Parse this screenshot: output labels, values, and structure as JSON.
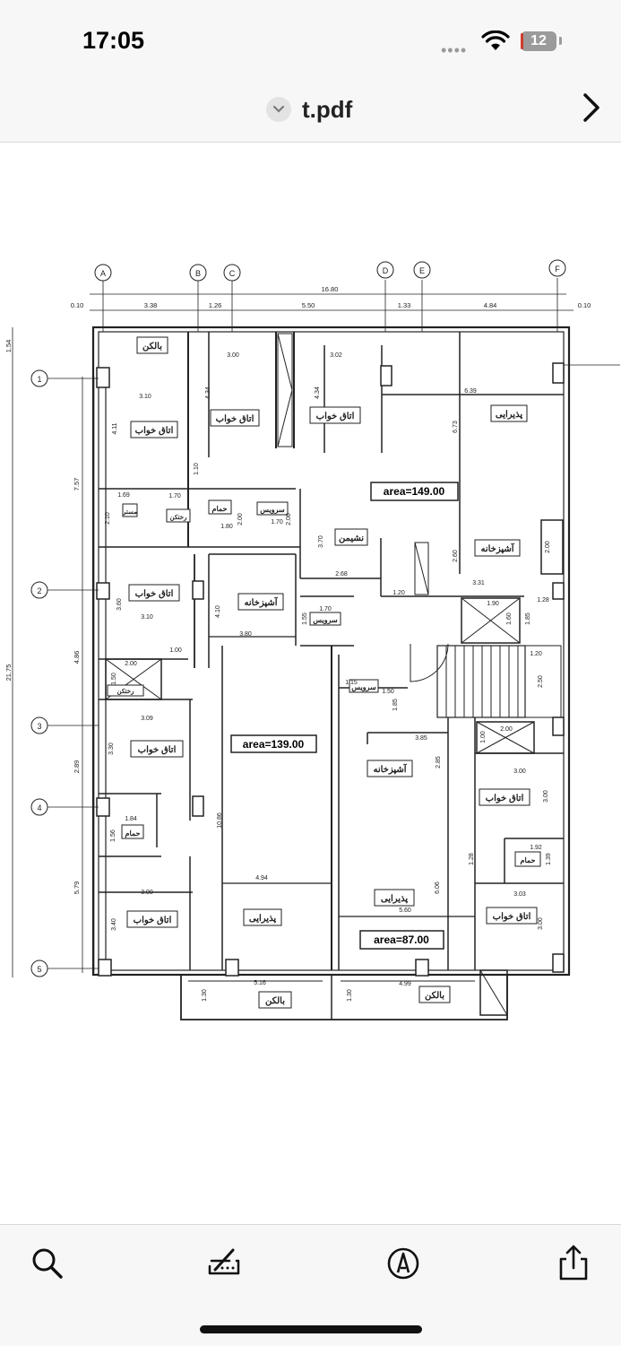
{
  "status_bar": {
    "time": "17:05",
    "signal": "••••",
    "battery": "12",
    "wifi_icon": "wifi-icon"
  },
  "nav": {
    "title": "t.pdf",
    "title_chevron_icon": "chevron-down-icon",
    "next_icon": "chevron-right-icon"
  },
  "plan": {
    "grid_cols": [
      "A",
      "B",
      "C",
      "D",
      "E",
      "F"
    ],
    "grid_rows": [
      "1",
      "2",
      "3",
      "4",
      "5"
    ],
    "top_dims": [
      "0.10",
      "3.38",
      "1.26",
      "5.50",
      "1.33",
      "4.84",
      "0.10"
    ],
    "total_width": "16.80",
    "left_dims": [
      "1.54",
      "7.57",
      "4.86",
      "2.89",
      "5.79"
    ],
    "total_height": "21.75",
    "areas": [
      "area=149.00",
      "area=139.00",
      "area=87.00"
    ],
    "rooms": {
      "balcony": "بالکن",
      "bedroom": "اتاق خواب",
      "reception": "پذیرایی",
      "kitchen": "آشپزخانه",
      "living": "نشیمن",
      "bath": "حمام",
      "wc": "سرویس",
      "master": "مستر",
      "closet": "رختکن"
    },
    "dims": [
      "3.00",
      "3.02",
      "6.39",
      "3.10",
      "4.34",
      "4.34",
      "4.11",
      "6.73",
      "1.10",
      "1.69",
      "1.70",
      "2.10",
      "1.80",
      "2.00",
      "1.70",
      "2.00",
      "3.70",
      "2.68",
      "2.60",
      "2.00",
      "3.31",
      "1.20",
      "1.28",
      "1.90",
      "1.60",
      "1.85",
      "3.60",
      "3.10",
      "4.10",
      "3.80",
      "1.00",
      "1.70",
      "1.55",
      "2.00",
      "1.50",
      "1.15",
      "1.50",
      "1.85",
      "1.20",
      "2.50",
      "3.09",
      "3.30",
      "3.85",
      "2.85",
      "1.00",
      "2.00",
      "3.00",
      "3.00",
      "1.84",
      "1.56",
      "10.86",
      "1.92",
      "1.39",
      "1.28",
      "4.94",
      "3.00",
      "3.40",
      "6.06",
      "5.60",
      "3.03",
      "3.00",
      "5.16",
      "1.30",
      "4.99",
      "1.30"
    ]
  },
  "toolbar": {
    "search_icon": "search-icon",
    "markup_icon": "markup-icon",
    "annotate_icon": "pen-circle-icon",
    "share_icon": "share-icon"
  }
}
